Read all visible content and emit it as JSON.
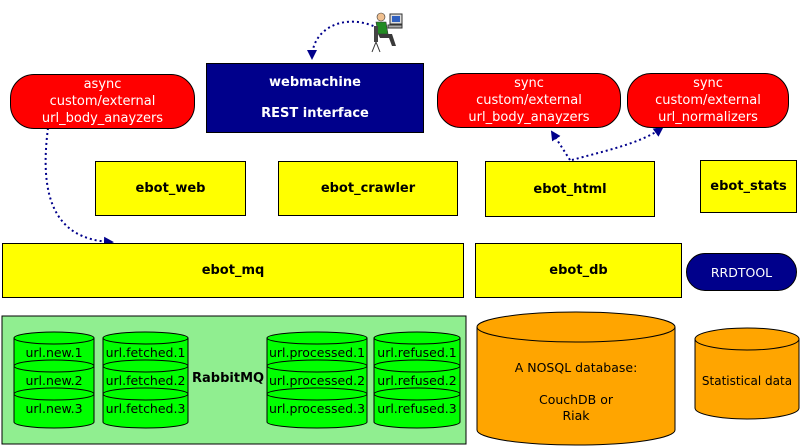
{
  "colors": {
    "component": "#ffff00",
    "external": "#ff0000",
    "webmachine": "#00008b",
    "rabbitmq_bg": "#90ee90",
    "queue": "#00ff00",
    "database": "#ffa500",
    "arrow": "#00008b"
  },
  "webmachine": {
    "line1": "webmachine",
    "line2": "REST interface"
  },
  "async_analyzers": {
    "line1": "async",
    "line2": "custom/external",
    "line3": "url_body_anayzers"
  },
  "sync_analyzers": {
    "line1": "sync",
    "line2": "custom/external",
    "line3": "url_body_anayzers"
  },
  "sync_normalizers": {
    "line1": "sync",
    "line2": "custom/external",
    "line3": "url_normalizers"
  },
  "components": {
    "ebot_web": "ebot_web",
    "ebot_crawler": "ebot_crawler",
    "ebot_html": "ebot_html",
    "ebot_stats": "ebot_stats",
    "ebot_mq": "ebot_mq",
    "ebot_db": "ebot_db"
  },
  "rrdtool": "RRDTOOL",
  "rabbitmq": {
    "label": "RabbitMQ",
    "queues_new": [
      "url.new.1",
      "url.new.2",
      "url.new.3"
    ],
    "queues_fetched": [
      "url.fetched.1",
      "url.fetched.2",
      "url.fetched.3"
    ],
    "queues_processed": [
      "url.processed.1",
      "url.processed.2",
      "url.processed.3"
    ],
    "queues_refused": [
      "url.refused.1",
      "url.refused.2",
      "url.refused.3"
    ]
  },
  "nosql_db": {
    "line1": "A NOSQL database:",
    "line2": "CouchDB or",
    "line3": "Riak"
  },
  "stats_db": {
    "label": "Statistical data"
  },
  "icons": {
    "user": "user-at-computer-icon"
  }
}
